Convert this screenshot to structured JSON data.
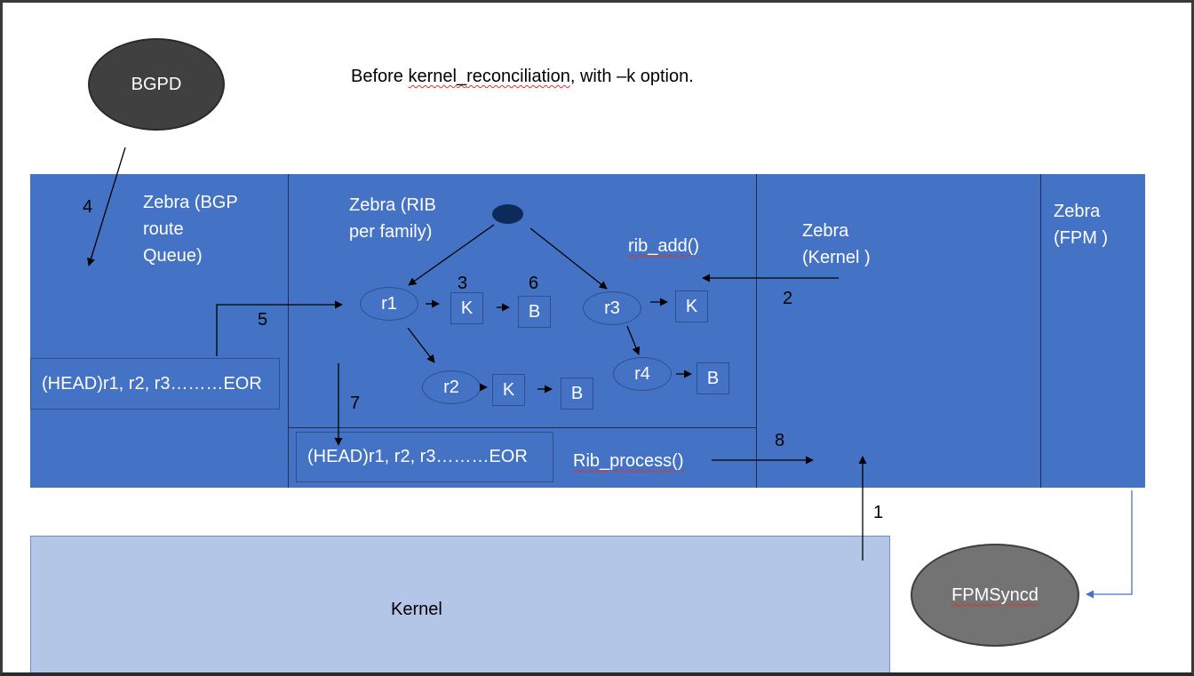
{
  "title": "Before kernel_reconciliation, with –k option.",
  "title_parts": {
    "before": "Before ",
    "kernel": "kernel",
    "underscore": "_",
    "reconciliation": "reconciliation",
    "after": ", with –k option."
  },
  "bgpd": {
    "label": "BGPD"
  },
  "zebra_bgp": {
    "line1": "Zebra (BGP",
    "line2": "route",
    "line3": "Queue)",
    "queue": "(HEAD)r1, r2, r3………EOR"
  },
  "zebra_rib": {
    "line1": "Zebra (RIB",
    "line2": "per family)",
    "queue": "(HEAD)r1, r2, r3………EOR",
    "rib_process": "Rib_process()",
    "rib_add": "rib_add()",
    "nodes": {
      "r1": "r1",
      "r2": "r2",
      "r3": "r3",
      "r4": "r4"
    },
    "boxes": {
      "k1": "K",
      "b1": "B",
      "k2": "K",
      "b2": "B",
      "k3": "K",
      "b3": "B"
    }
  },
  "zebra_kernel": {
    "line1": "Zebra",
    "line2": "(Kernel )"
  },
  "zebra_fpm": {
    "line1": "Zebra",
    "line2": "(FPM )"
  },
  "kernel": {
    "label": "Kernel"
  },
  "fpmsyncd": {
    "label": "FPMSyncd"
  },
  "steps": {
    "s1": "1",
    "s2": "2",
    "s3": "3",
    "s4": "4",
    "s5": "5",
    "s6": "6",
    "s7": "7",
    "s8": "8"
  },
  "colors": {
    "panel_blue": "#4472c4",
    "kernel_fill": "#b4c6e7",
    "dark_node": "#404040",
    "fpmsyncd_fill": "#737373",
    "root_node": "#0c2a5a"
  }
}
